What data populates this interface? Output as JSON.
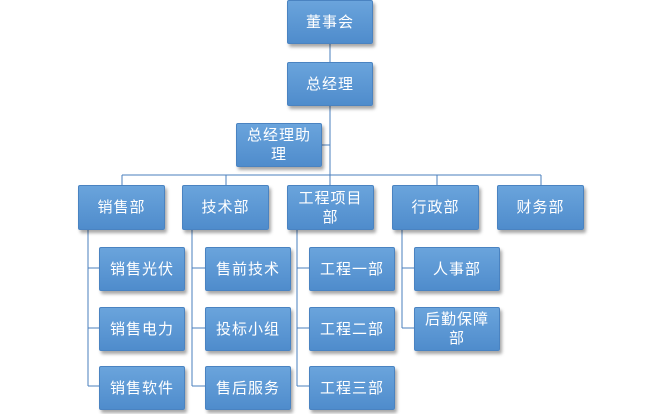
{
  "org": {
    "board": "董事会",
    "gm": "总经理",
    "assistant": "总经理助理",
    "departments": [
      {
        "name": "销售部",
        "children": [
          "销售光伏",
          "销售电力",
          "销售软件"
        ]
      },
      {
        "name": "技术部",
        "children": [
          "售前技术",
          "投标小组",
          "售后服务"
        ]
      },
      {
        "name": "工程项目部",
        "children": [
          "工程一部",
          "工程二部",
          "工程三部"
        ]
      },
      {
        "name": "行政部",
        "children": [
          "人事部",
          "后勤保障部"
        ]
      },
      {
        "name": "财务部",
        "children": []
      }
    ]
  },
  "colors": {
    "box": "#5b9bd5",
    "line": "#4a7fbd"
  }
}
